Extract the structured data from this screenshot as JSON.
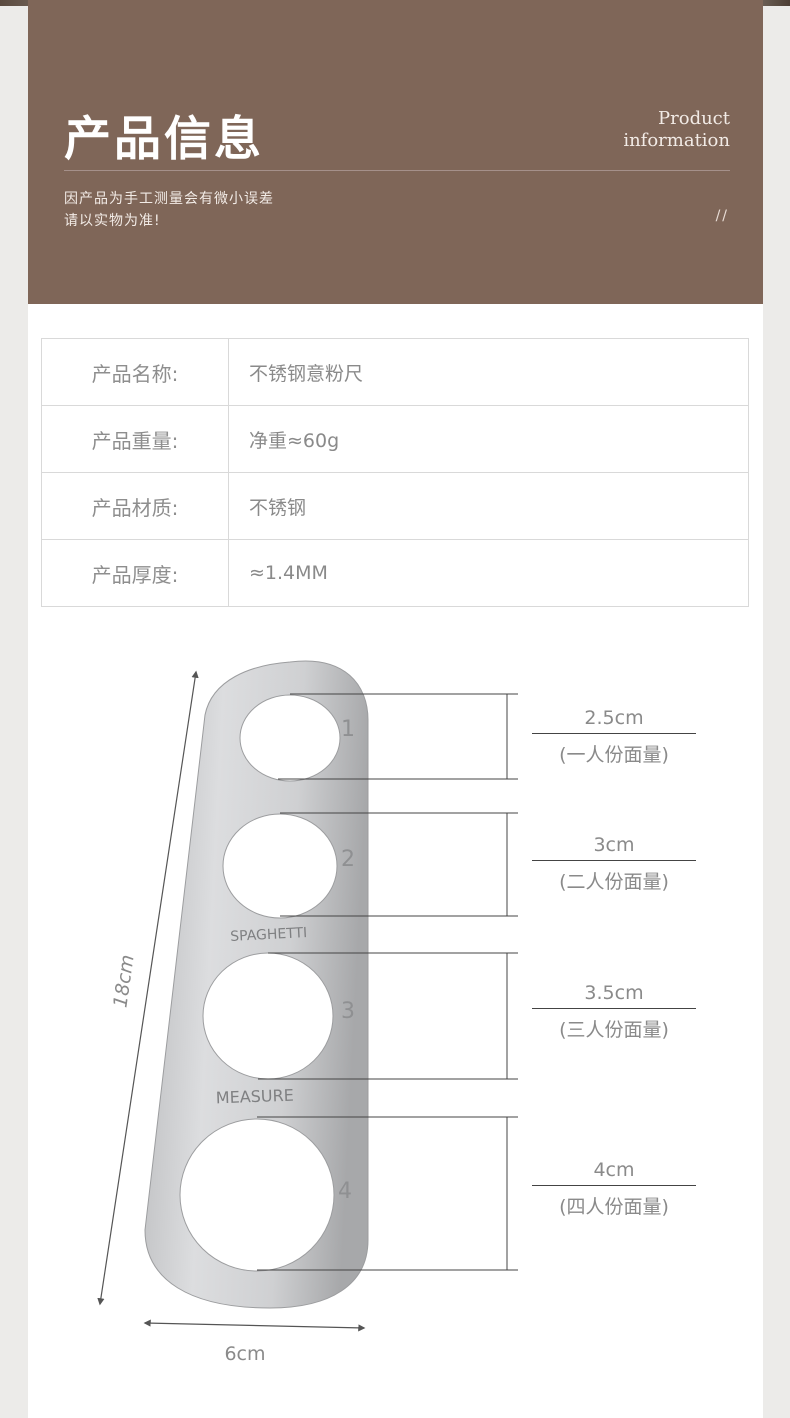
{
  "header": {
    "title": "产品信息",
    "en_line1": "Product",
    "en_line2": "information",
    "note_line1": "因产品为手工测量会有微小误差",
    "note_line2": "请以实物为准!",
    "slash": "//"
  },
  "specs": [
    {
      "label": "产品名称:",
      "value": "不锈钢意粉尺"
    },
    {
      "label": "产品重量:",
      "value": "净重≈60g"
    },
    {
      "label": "产品材质:",
      "value": "不锈钢"
    },
    {
      "label": "产品厚度:",
      "value": "≈1.4MM"
    }
  ],
  "product": {
    "engrave_top": "SPAGHETTI",
    "engrave_bottom": "MEASURE",
    "hole_numbers": [
      "1",
      "2",
      "3",
      "4"
    ],
    "length_label": "18cm",
    "width_label": "6cm"
  },
  "holes": [
    {
      "size": "2.5cm",
      "servings": "(一人份面量)"
    },
    {
      "size": "3cm",
      "servings": "(二人份面量)"
    },
    {
      "size": "3.5cm",
      "servings": "(三人份面量)"
    },
    {
      "size": "4cm",
      "servings": "(四人份面量)"
    }
  ],
  "colors": {
    "header_bg": "#7f6658",
    "steel_light": "#d8d9db",
    "steel_dark": "#a9aaac"
  }
}
